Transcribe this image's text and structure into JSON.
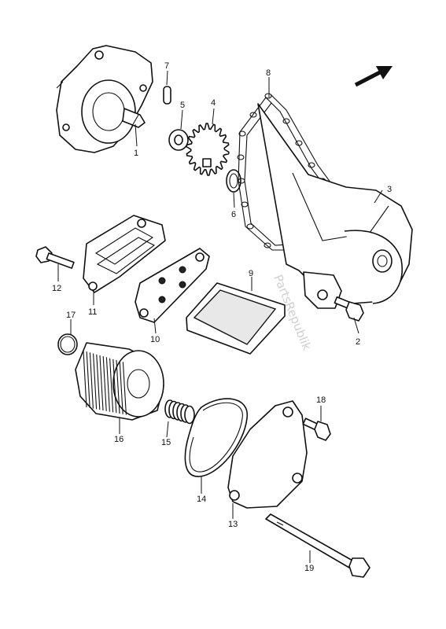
{
  "watermark": "PartsRepublik",
  "callouts": {
    "p1": "1",
    "p2": "2",
    "p3": "3",
    "p4": "4",
    "p5": "5",
    "p6": "6",
    "p7": "7",
    "p8": "8",
    "p9": "9",
    "p10": "10",
    "p11": "11",
    "p12": "12",
    "p13": "13",
    "p14": "14",
    "p15": "15",
    "p16": "16",
    "p17": "17",
    "p18": "18",
    "p19": "19"
  }
}
